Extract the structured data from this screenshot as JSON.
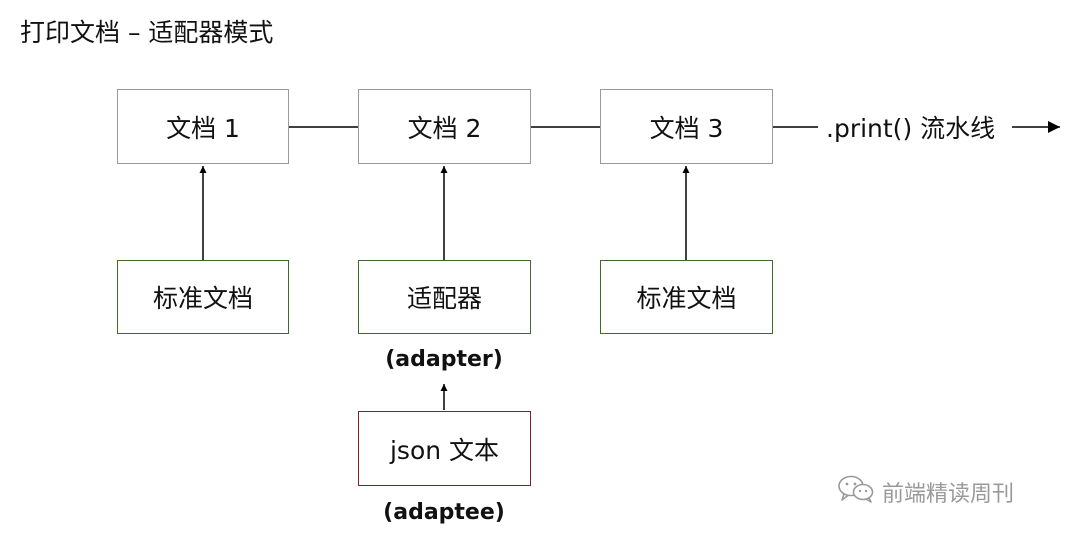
{
  "title": "打印文档 – 适配器模式",
  "documents": [
    "文档 1",
    "文档 2",
    "文档 3"
  ],
  "pipeline_label": ".print() 流水线",
  "sources": [
    "标准文档",
    "适配器",
    "标准文档"
  ],
  "adapter_label": "(adapter)",
  "adaptee_box": "json 文本",
  "adaptee_label": "(adaptee)",
  "watermark": {
    "icon": "wechat-icon",
    "text": "前端精读周刊"
  }
}
